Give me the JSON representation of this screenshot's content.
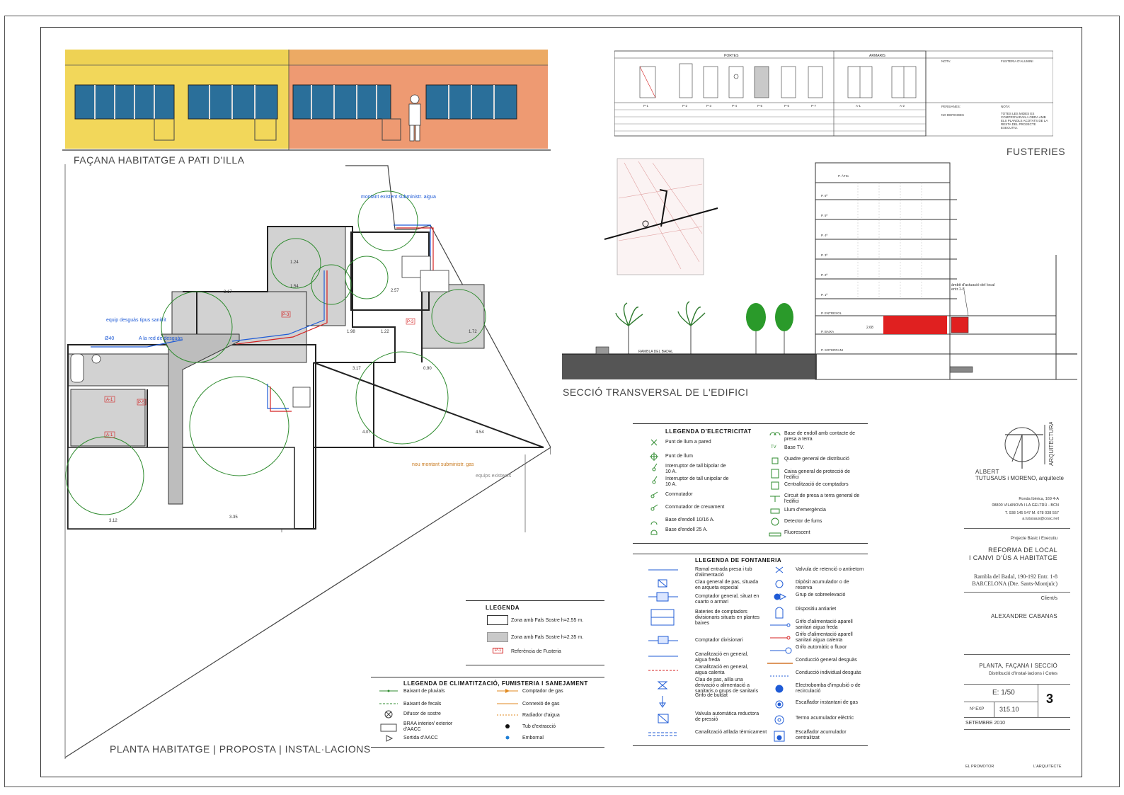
{
  "titles": {
    "facade": "FAÇANA HABITATGE A PATI D'ILLA",
    "section": "SECCIÓ TRANSVERSAL DE L'EDIFICI",
    "carpentry": "FUSTERIES",
    "plan": "PLANTA HABITATGE | PROPOSTA | INSTAL·LACIONS"
  },
  "carpentry_table": {
    "groups": [
      "PORTES",
      "ARMARIS"
    ],
    "codes": [
      "P-1",
      "P-2",
      "P-3",
      "P-4",
      "P-5",
      "P-6",
      "P-7",
      "A-1",
      "A-2"
    ],
    "notes_label": "NOTA:",
    "notes_value": "FUSTERIA D'ALUMINI",
    "persianes_label": "PERSIANES:",
    "persianes_value": "NO DEFINIDES",
    "nota2_label": "NOTA:",
    "nota2_value": "TOTES LES MIDES ES COMPROVARAN A OBRA AMB ELS PLANOLS ACOTATS DE LA RESTA DEL PROJECTE EXECUTIU."
  },
  "section": {
    "street": "RAMBLA DEL BADAL",
    "levels": [
      "P. ÀTIC",
      "P. 6ª",
      "P. 5ª",
      "P. 4ª",
      "P. 3ª",
      "P. 2ª",
      "P. 1ª",
      "P. ENTRESOL",
      "P. BAIXA",
      "P. SOTERRANI"
    ],
    "annotation": "àmbit d'actuació del local entr.1-8",
    "height_label": "2.68"
  },
  "plan_notes": {
    "montant": "montant existent subministr. aigua",
    "equip": "equip desguàs tipus sanitrit",
    "diam": "Ø40",
    "red": "A la red de desguàs",
    "nou_montant": "nou montant subministr. gas",
    "equips_existents": "equips existents"
  },
  "legend_zones": {
    "title": "LLEGENDA",
    "items": [
      "Zona amb Fals Sostre h=2.55 m.",
      "Zona amb Fals Sostre h=2.35 m.",
      "Referència de Fusteria"
    ],
    "ref_code": "P-1"
  },
  "legend_clima": {
    "title": "LLEGENDA DE CLIMATITZACIÓ, FUMISTERIA I SANEJAMENT",
    "left": [
      "Baixant de pluvials",
      "Baixant de fecals",
      "Difusor de sostre",
      "BRAA interior/ exterior d'AACC",
      "Sortida d'AACC"
    ],
    "right": [
      "Comptador de gas",
      "Connexió de gas",
      "Radiador d'aigua",
      "Tub d'extracció",
      "Embornal"
    ]
  },
  "legend_elec": {
    "title": "LLEGENDA D'ELECTRICITAT",
    "left": [
      "Punt de llum a pared",
      "Punt de llum",
      "Interruptor de tall bipolar de 10 A.",
      "Interruptor de tall unipolar de 10 A.",
      "Conmutador",
      "Conmutador de creuament",
      "Base d'endoll 10/16 A.",
      "Base d'endoll 25 A."
    ],
    "right": [
      "Base de endoll amb contacte de presa a terra",
      "Base TV.",
      "Quadre general de distribució",
      "Caixa general de protecció de l'edifici",
      "Centralització de comptadors",
      "Circuit de presa a terra general de l'edifici",
      "Llum d'emergència",
      "Detector de fums",
      "Fluorescent"
    ]
  },
  "legend_font": {
    "title": "LLEGENDA DE FONTANERIA",
    "left": [
      "Ramal entrada presa i tub d'alimentació",
      "Clau general de pas, situada en arqueta especial",
      "Comptador general, situat en cuarto o armari",
      "Bateries de comptadors divisionaris situats en plantes baixes",
      "Comptador divisionari",
      "Canalització en general, aigua freda",
      "Canalització en general, aigua calenta",
      "Clau de pas, aïlla una derivació o alimentació a sanitaris o grups de sanitaris",
      "Grifo de buidat",
      "Valvula automàtica reductora de pressió",
      "Canalització aïllada tèrmicament"
    ],
    "right": [
      "Valvula de retenció o antiretorn",
      "Dipòsit acumulador o de reserva",
      "Grup de sobreelevació",
      "Dispositiu antiariet",
      "Grifo d'alimentació aparell sanitari aigua freda",
      "Grifo d'alimentació aparell sanitari aigua calenta",
      "Grifo automàtic o fluxor",
      "Conducció general desguàs",
      "Conducció individual desguàs",
      "Electrobomba d'impulsió o de recirculació",
      "Escalfador instantani de gas",
      "Termo acumulador elèctric",
      "Escalfador acumulador centralitzat"
    ]
  },
  "title_block": {
    "logo_vertical": "ARQUITECTURA",
    "architect_line1": "ALBERT",
    "architect_line2": "TUTUSAUS i MORENO, arquitecte",
    "address1": "Ronda Ibèrica, 169 4-A",
    "address2": "08800 VILANOVA I LA GELTRÚ - BCN",
    "phone": "T. 938 145 547   M. 678 038 557",
    "email": "a.tutusaus@coac.net",
    "project_type": "Projecte Bàsic i Executiu",
    "project_title1": "REFORMA DE LOCAL",
    "project_title2": "I CANVI D'ÚS A HABITATGE",
    "site1": "Rambla del Badal, 190-192 Entr. 1-8",
    "site2": "BARCELONA (Dte. Sants-Montjuïc)",
    "client_label": "Client/s",
    "client": "ALEXANDRE CABANAS",
    "sheet_title": "PLANTA, FAÇANA I SECCIÓ",
    "sheet_subtitle": "Distribució d'Instal·lacions i Cotes",
    "scale": "E: 1/50",
    "sheet_number": "3",
    "nexp_label": "Nº EXP",
    "nexp": "315.10",
    "date": "SETEMBRE 2010",
    "promotor": "EL PROMOTOR",
    "arquitecte": "L'ARQUITECTE"
  },
  "colors": {
    "yellow_facade": "#f2d75a",
    "orange_facade": "#ee9a72",
    "window_blue": "#2a6f9a",
    "red_area": "#e02020",
    "pipe_green": "#2e8b2e",
    "cold_water": "#1f5bd6",
    "hot_water": "#d42020",
    "gray_zone": "#c9c9c9"
  }
}
